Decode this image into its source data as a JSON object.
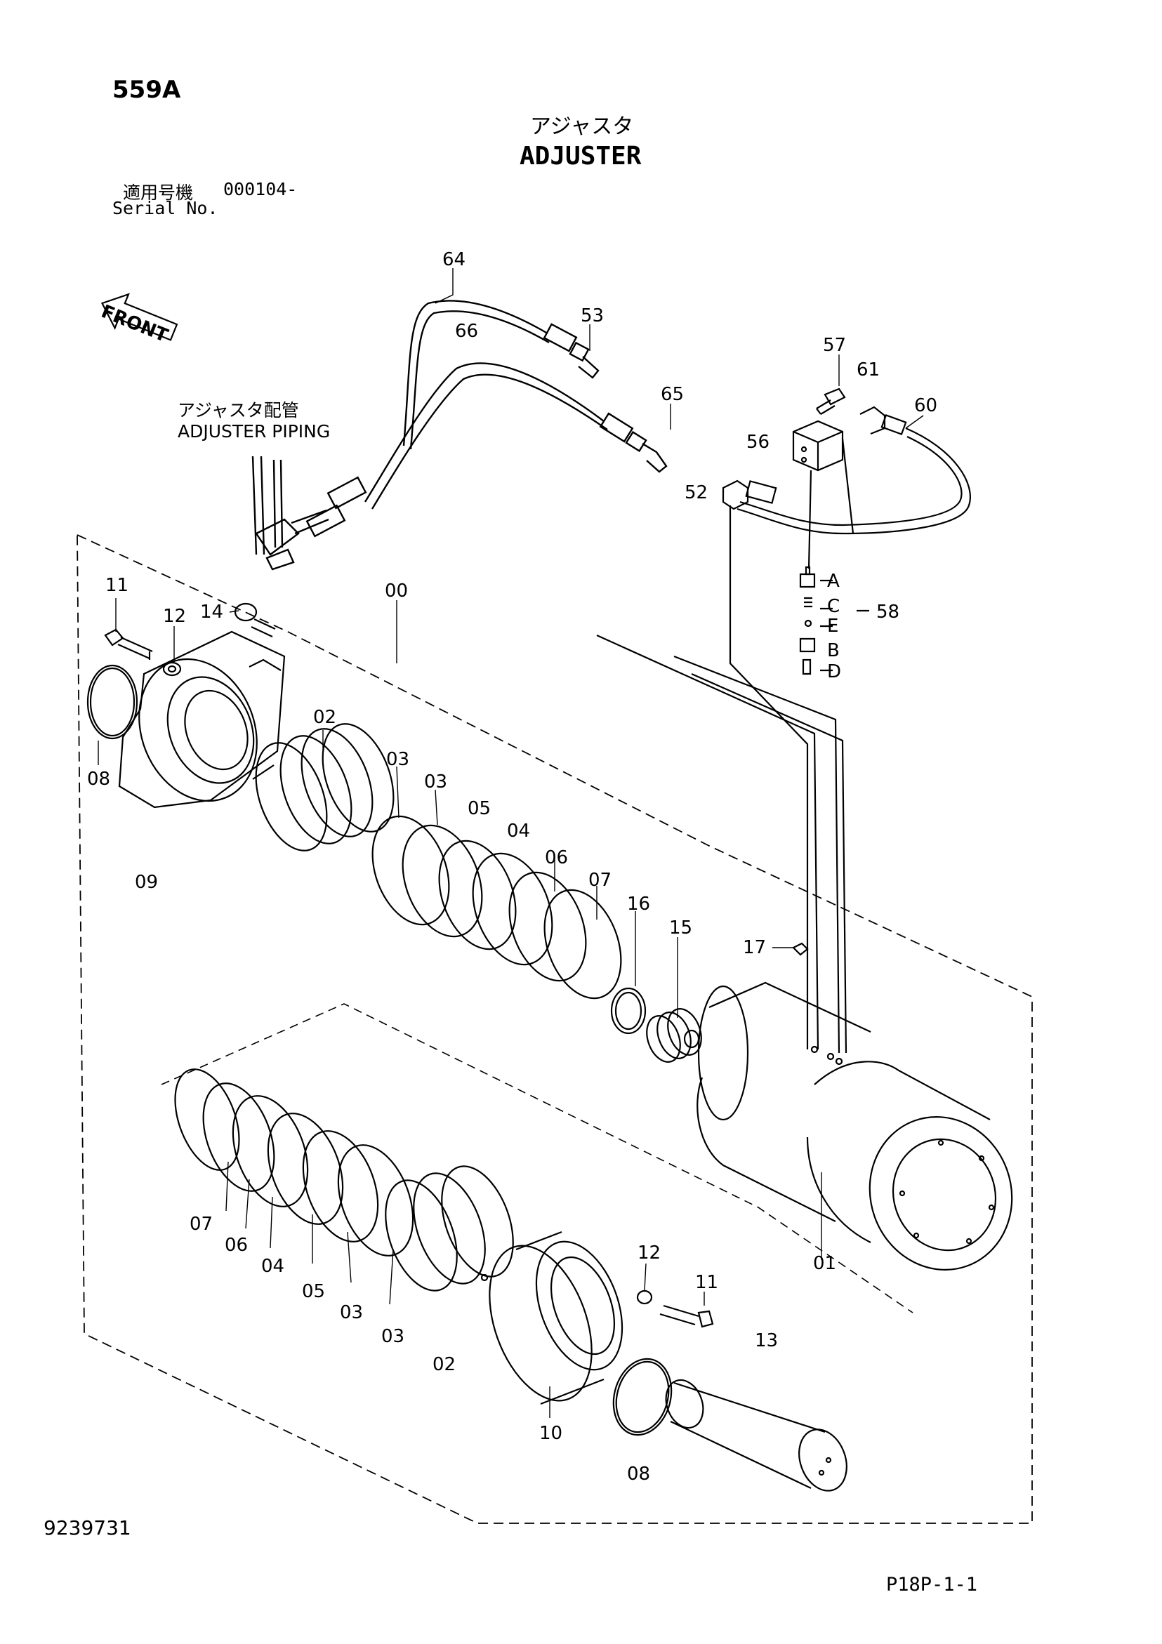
{
  "header": {
    "page_code": "559A",
    "title_jp": "アジャスタ",
    "title_en": "ADJUSTER",
    "serial_label_jp": "適用号機",
    "serial_value": "000104-",
    "serial_label_en": "Serial No."
  },
  "front_label": "FRONT",
  "piping_label": {
    "jp": "アジャスタ配管",
    "en": "ADJUSTER PIPING"
  },
  "valve_letters": [
    "A",
    "C",
    "E",
    "B",
    "D"
  ],
  "part_labels": {
    "p64": "64",
    "p66": "66",
    "p53": "53",
    "p65": "65",
    "p57": "57",
    "p61": "61",
    "p60": "60",
    "p56": "56",
    "p52": "52",
    "p58": "58",
    "p00": "00",
    "p11a": "11",
    "p12a": "12",
    "p14": "14",
    "p08a": "08",
    "p09": "09",
    "p02a": "02",
    "p03a": "03",
    "p03b": "03",
    "p05a": "05",
    "p04a": "04",
    "p06a": "06",
    "p07a": "07",
    "p16": "16",
    "p15": "15",
    "p17": "17",
    "p07b": "07",
    "p06b": "06",
    "p04b": "04",
    "p05b": "05",
    "p03c": "03",
    "p03d": "03",
    "p02b": "02",
    "p12b": "12",
    "p11b": "11",
    "p13": "13",
    "p10": "10",
    "p08b": "08",
    "p01": "01"
  },
  "footer": {
    "drawing_number": "9239731",
    "page_ref": "P18P-1-1"
  }
}
